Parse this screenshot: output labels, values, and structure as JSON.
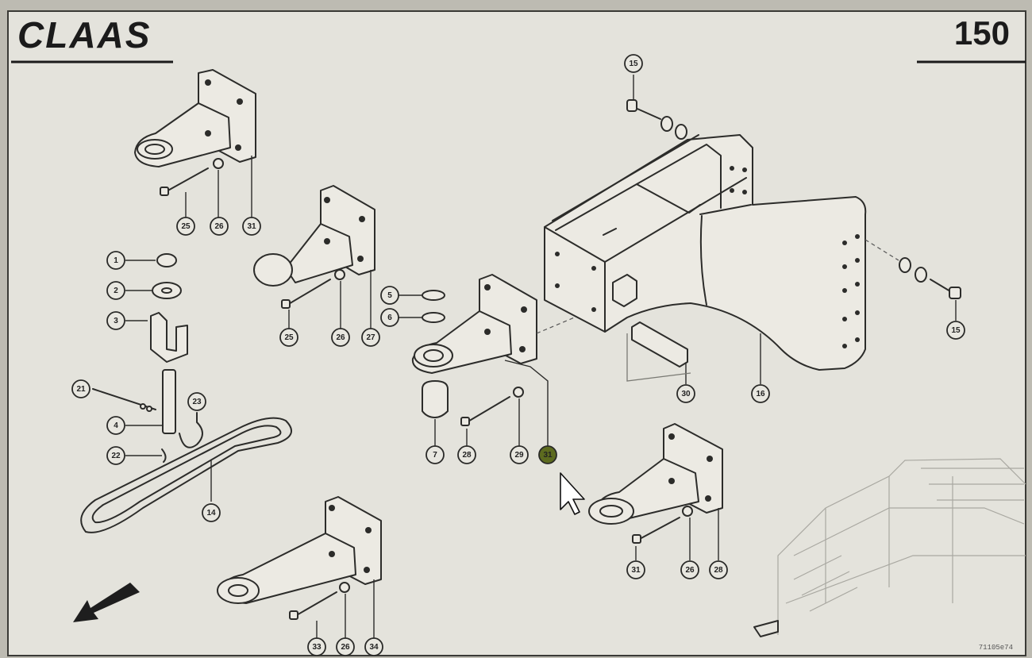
{
  "header": {
    "brand_logo": "CLAAS",
    "page_number": "150"
  },
  "drawing_ref": "71105e74",
  "colors": {
    "background": "#e4e3dc",
    "line": "#2c2c2a",
    "highlight_callout": "#5d6b1f"
  },
  "icons": [
    "arrow-pointer-icon",
    "direction-arrow-icon"
  ],
  "callouts": [
    {
      "id": "c-25-top",
      "label": "25"
    },
    {
      "id": "c-26-top",
      "label": "26"
    },
    {
      "id": "c-31-top",
      "label": "31"
    },
    {
      "id": "c-1",
      "label": "1"
    },
    {
      "id": "c-2",
      "label": "2"
    },
    {
      "id": "c-3",
      "label": "3"
    },
    {
      "id": "c-25-mid",
      "label": "25"
    },
    {
      "id": "c-26-mid",
      "label": "26"
    },
    {
      "id": "c-27",
      "label": "27"
    },
    {
      "id": "c-5",
      "label": "5"
    },
    {
      "id": "c-6",
      "label": "6"
    },
    {
      "id": "c-21",
      "label": "21"
    },
    {
      "id": "c-23",
      "label": "23"
    },
    {
      "id": "c-4",
      "label": "4"
    },
    {
      "id": "c-22",
      "label": "22"
    },
    {
      "id": "c-14",
      "label": "14"
    },
    {
      "id": "c-7",
      "label": "7"
    },
    {
      "id": "c-28-center",
      "label": "28"
    },
    {
      "id": "c-29",
      "label": "29"
    },
    {
      "id": "c-31-center",
      "label": "31"
    },
    {
      "id": "c-15-top",
      "label": "15"
    },
    {
      "id": "c-15-right",
      "label": "15"
    },
    {
      "id": "c-30",
      "label": "30"
    },
    {
      "id": "c-16",
      "label": "16"
    },
    {
      "id": "c-31-right",
      "label": "31"
    },
    {
      "id": "c-26-right",
      "label": "26"
    },
    {
      "id": "c-28-right",
      "label": "28"
    },
    {
      "id": "c-33",
      "label": "33"
    },
    {
      "id": "c-26-bottom",
      "label": "26"
    },
    {
      "id": "c-34",
      "label": "34"
    }
  ]
}
